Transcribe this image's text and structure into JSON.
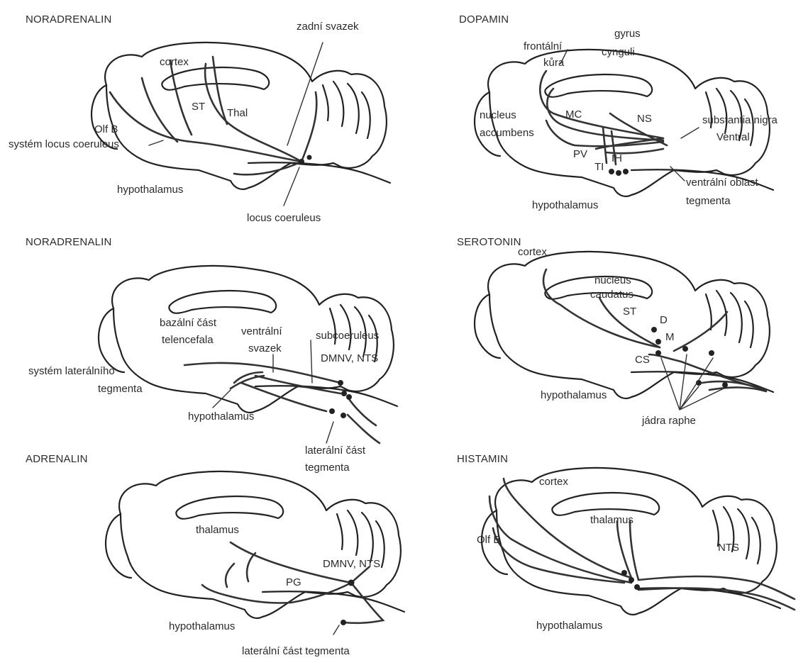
{
  "panels": {
    "p1": {
      "title": "NORADRENALIN",
      "labels": {
        "zadni_svazek": "zadní svazek",
        "cortex": "cortex",
        "st": "ST",
        "thal": "Thal",
        "olf_b": "Olf B",
        "system": "systém locus coeruleus",
        "hypothalamus": "hypothalamus",
        "locus": "locus coeruleus"
      }
    },
    "p2": {
      "title": "DOPAMIN",
      "labels": {
        "frontalni": "frontální",
        "kura": "kůra",
        "gyrus": "gyrus",
        "cynguli": "cynguli",
        "nucleus": "nucleus",
        "accumbens": "accumbens",
        "mc": "MC",
        "ns": "NS",
        "substantia": "substantia nigra",
        "ventral": "Ventral",
        "pv": "PV",
        "ih": "IH",
        "ti": "TI",
        "ventralni_oblast": "ventrální oblast",
        "tegmenta": "tegmenta",
        "hypothalamus": "hypothalamus"
      }
    },
    "p3": {
      "title": "NORADRENALIN",
      "labels": {
        "bazalni": "bazální část",
        "telencefala": "telencefala",
        "ventralni": "ventrální",
        "svazek": "svazek",
        "subcoeruleus": "subcoeruleus",
        "dmnv": "DMNV, NTS",
        "system": "systém laterálního",
        "tegmenta": "tegmenta",
        "hypothalamus": "hypothalamus",
        "lateralni": "laterální část",
        "tegmenta2": "tegmenta"
      }
    },
    "p4": {
      "title": "SEROTONIN",
      "labels": {
        "cortex": "cortex",
        "nucleus": "nucleus",
        "caudatus": "caudatus",
        "st": "ST",
        "d": "D",
        "m": "M",
        "cs": "CS",
        "hypothalamus": "hypothalamus",
        "jadra": "jádra raphe"
      }
    },
    "p5": {
      "title": "ADRENALIN",
      "labels": {
        "thalamus": "thalamus",
        "dmnv": "DMNV, NTS",
        "pg": "PG",
        "hypothalamus": "hypothalamus",
        "lateralni": "laterální část tegmenta"
      }
    },
    "p6": {
      "title": "HISTAMIN",
      "labels": {
        "cortex": "cortex",
        "thalamus": "thalamus",
        "olf_b": "Olf B",
        "nts": "NTS",
        "hypothalamus": "hypothalamus"
      }
    }
  }
}
